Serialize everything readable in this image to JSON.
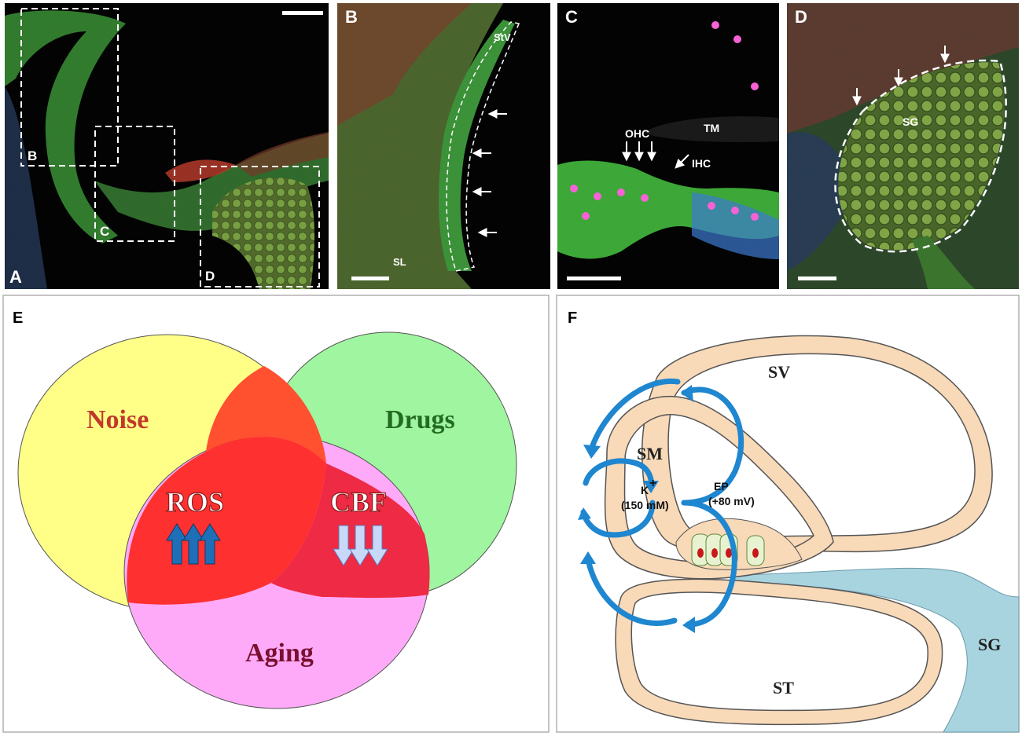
{
  "panels": {
    "A": {
      "letter": "A",
      "box_labels": [
        "B",
        "C",
        "D"
      ]
    },
    "B": {
      "letter": "B",
      "labels": [
        "StV",
        "SL"
      ]
    },
    "C": {
      "letter": "C",
      "labels": [
        "OHC",
        "TM",
        "IHC"
      ]
    },
    "D": {
      "letter": "D",
      "labels": [
        "SG"
      ]
    },
    "E": {
      "letter": "E",
      "circles": [
        "Noise",
        "Drugs",
        "Aging"
      ],
      "center": [
        "ROS",
        "CBF"
      ]
    },
    "F": {
      "letter": "F",
      "labels": [
        "SV",
        "SM",
        "ST",
        "SG"
      ],
      "ion": "K",
      "ion_charge": "+",
      "ion_conc": "(150 mM)",
      "ep": "EP",
      "ep_value": "(+80 mV)"
    }
  },
  "colors": {
    "micro_bg": "#040404",
    "tissue_green": "#3fae3a",
    "stain_red": "#d23a2a",
    "nuclei_blue": "#3455e0",
    "noise_circle": "#ffff88",
    "drugs_circle": "#a0f5a0",
    "aging_circle": "#ffaaf8",
    "overlap": "#ff5030",
    "center": "#ff3030",
    "up_arrow": "#1e6fb8",
    "down_arrow": "#c8d8f8",
    "cochlea_fill": "#f8d9b8",
    "sg_fill": "#a8d4e0",
    "flow_arrow": "#1f86d0"
  }
}
